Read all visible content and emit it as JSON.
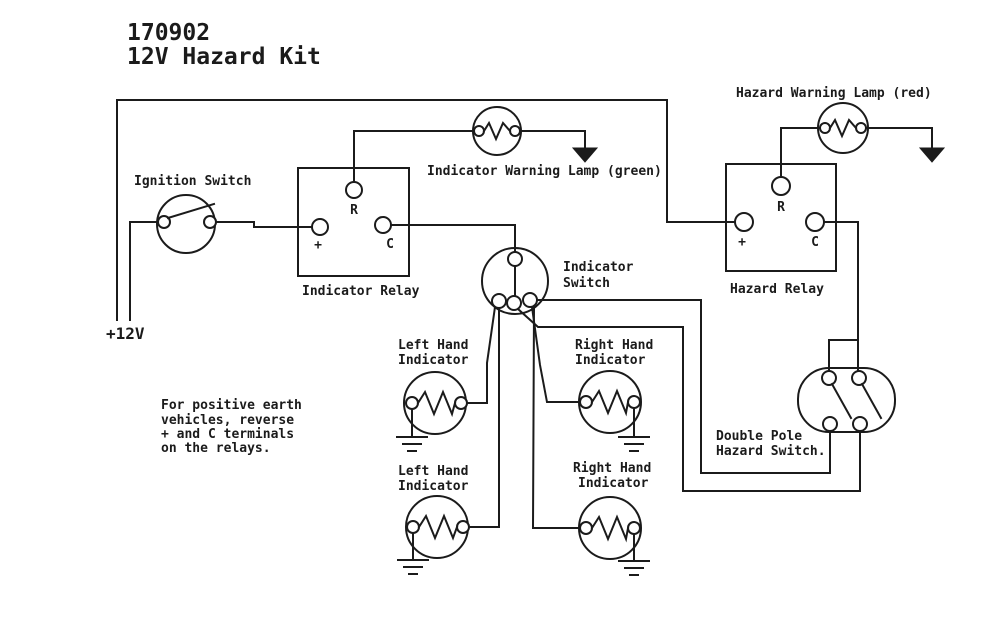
{
  "colors": {
    "background": "#ffffff",
    "line": "#1b1b1b"
  },
  "title": {
    "part_number": "170902",
    "kit_name": "12V Hazard Kit"
  },
  "supply": {
    "label": "+12V"
  },
  "note": {
    "line1": "For positive earth",
    "line2": "vehicles, reverse",
    "line3": "+ and C terminals",
    "line4": "on the relays."
  },
  "components": {
    "ignition_switch": {
      "label": "Ignition Switch"
    },
    "indicator_relay": {
      "label": "Indicator Relay",
      "terminal_top": "R",
      "terminal_left": "+",
      "terminal_right": "C"
    },
    "indicator_warning_lamp": {
      "label": "Indicator Warning Lamp (green)"
    },
    "hazard_warning_lamp": {
      "label": "Hazard Warning Lamp (red)"
    },
    "hazard_relay": {
      "label": "Hazard Relay",
      "terminal_top": "R",
      "terminal_left": "+",
      "terminal_right": "C"
    },
    "indicator_switch": {
      "label_line1": "Indicator",
      "label_line2": "Switch"
    },
    "double_pole_hazard_switch": {
      "label_line1": "Double Pole",
      "label_line2": "Hazard Switch."
    },
    "indicators": [
      {
        "label_line1": "Left Hand",
        "label_line2": "Indicator"
      },
      {
        "label_line1": "Right Hand",
        "label_line2": "Indicator"
      },
      {
        "label_line1": "Left Hand",
        "label_line2": "Indicator"
      },
      {
        "label_line1": "Right Hand",
        "label_line2": "Indicator"
      }
    ]
  }
}
